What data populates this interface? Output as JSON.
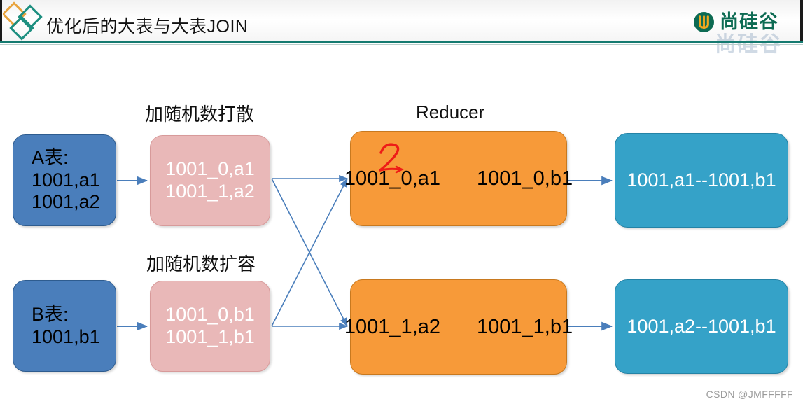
{
  "slide": {
    "title": "优化后的大表与大表JOIN",
    "brand_name": "尚硅谷",
    "brand_ghost": "尚硅谷",
    "watermark": "CSDN @JMFFFFF"
  },
  "captions": {
    "shuffle": "加随机数打散",
    "expand": "加随机数扩容",
    "reducer": "Reducer"
  },
  "nodes": {
    "table_a": {
      "line1": "A表:",
      "line2": "1001,a1",
      "line3": "1001,a2"
    },
    "table_b": {
      "line1": "B表:",
      "line2": "1001,b1"
    },
    "salted_a": {
      "line1": "1001_0,a1",
      "line2": "1001_1,a2"
    },
    "salted_b": {
      "line1": "1001_0,b1",
      "line2": "1001_1,b1"
    },
    "reducer_top": {
      "left": "1001_0,a1",
      "right": "1001_0,b1"
    },
    "reducer_bottom": {
      "left": "1001_1,a2",
      "right": "1001_1,b1"
    },
    "result_top": {
      "text": "1001,a1--1001,b1"
    },
    "result_bottom": {
      "text": "1001,a2--1001,b1"
    }
  },
  "annotation": {
    "handwritten_mark": "2"
  },
  "colors": {
    "blue_box": "#4a7ebb",
    "pink_box": "#e9b8b8",
    "orange_box": "#f79a39",
    "teal_box": "#35a2c8",
    "arrow": "#4a7ebb",
    "header_rule": "#157a70",
    "brand_green": "#0d6b53",
    "annotation_red": "#ee1c17",
    "diamond_orange": "#e8a33d",
    "diamond_teal": "#1d8f80"
  }
}
